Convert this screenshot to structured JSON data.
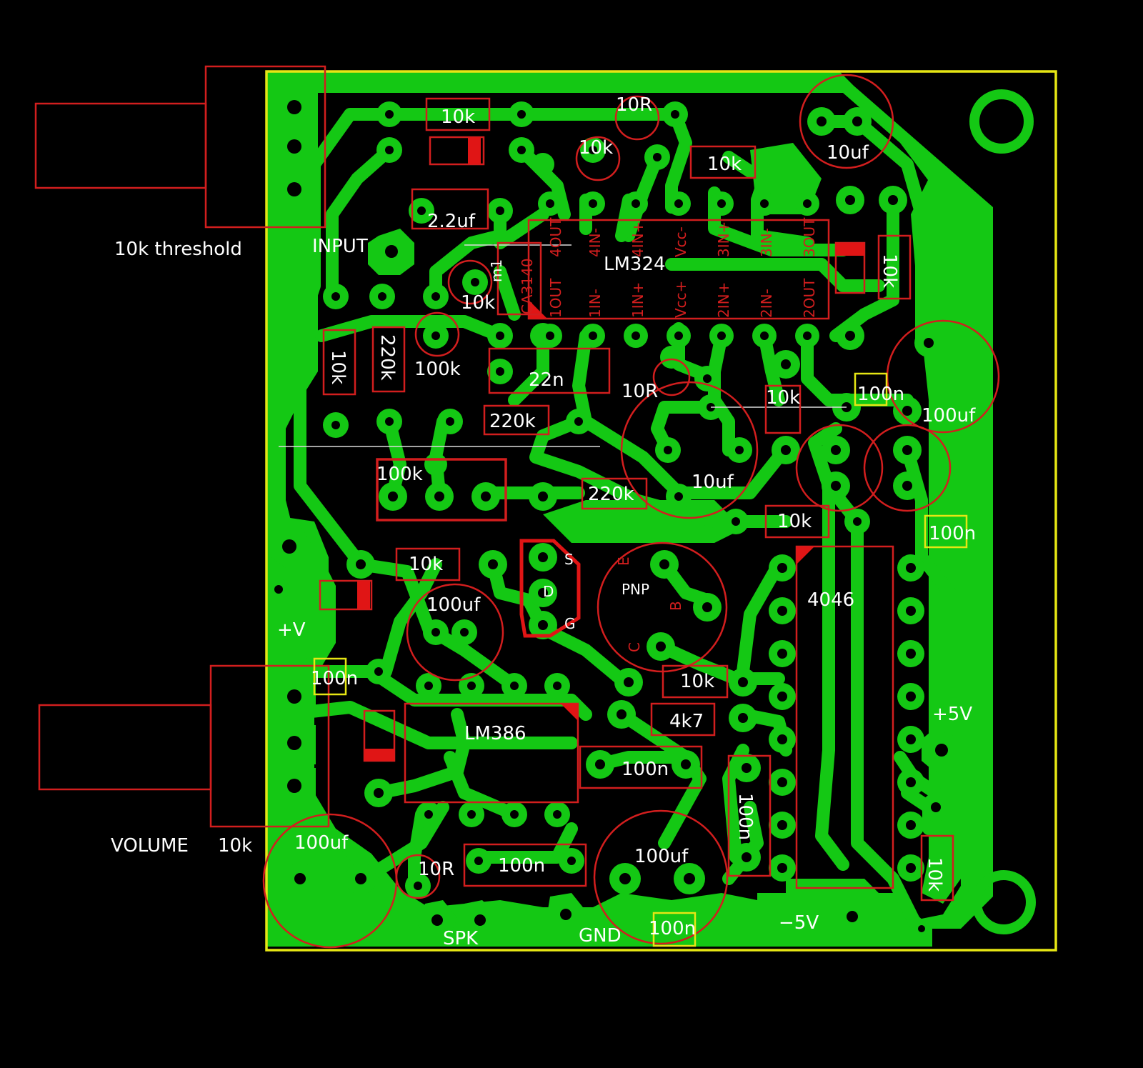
{
  "colors": {
    "background": "#000000",
    "copper": "#14c814",
    "silkscreen": "#d21e1e",
    "outline": "#e6e614",
    "text": "#ffffff"
  },
  "labels": {
    "threshold_pot": "10k threshold",
    "input": "INPUT",
    "volume": "VOLUME",
    "volume_value": "10k",
    "plus_v": "+V",
    "plus_5v": "+5V",
    "minus_5v": "−5V",
    "spk": "SPK",
    "gnd": "GND"
  },
  "ics": {
    "lm324": {
      "name": "LM324",
      "pins_top": [
        "4OUT",
        "4IN-",
        "4IN+",
        "Vcc-",
        "3IN+",
        "3IN-",
        "3OUT"
      ],
      "pins_bottom": [
        "1OUT",
        "1IN-",
        "1IN+",
        "Vcc+",
        "2IN+",
        "2IN-",
        "2OUT"
      ]
    },
    "lm386": "LM386",
    "cd4046": "4046",
    "ca3140": "CA3140"
  },
  "transistor": {
    "type": "PNP",
    "pins": [
      "E",
      "B",
      "C"
    ]
  },
  "fet": {
    "pins": [
      "S",
      "D",
      "G"
    ]
  },
  "components": {
    "r_10k_a": "10k",
    "r_10r_a": "10R",
    "r_10k_b": "10k",
    "r_10k_c": "10k",
    "c_10uf_a": "10uf",
    "c_2_2uf": "2.2uf",
    "r_10k_d": "10k",
    "r_10k_e": "10k",
    "r_10k_f": "10k",
    "r_220k_a": "220k",
    "r_100k_a": "100k",
    "c_22n": "22n",
    "r_10r_b": "10R",
    "r_10k_g": "10k",
    "c_100n_a": "100n",
    "c_100uf_a": "100uf",
    "r_220k_b": "220k",
    "pot_100k": "100k",
    "r_220k_c": "220k",
    "c_10uf_b": "10uf",
    "r_10k_h": "10k",
    "c_100n_b": "100n",
    "r_10k_i": "10k",
    "c_100uf_b": "100uf",
    "c_100n_c": "100n",
    "r_10k_j": "10k",
    "r_4k7": "4k7",
    "c_100n_d": "100n",
    "c_100n_e": "100n",
    "c_100uf_c": "100uf",
    "r_10r_c": "10R",
    "c_100n_f": "100n",
    "c_100uf_d": "100uf",
    "r_10k_k": "10k",
    "c_100n_g": "100n",
    "ic_label_small": "m1"
  }
}
